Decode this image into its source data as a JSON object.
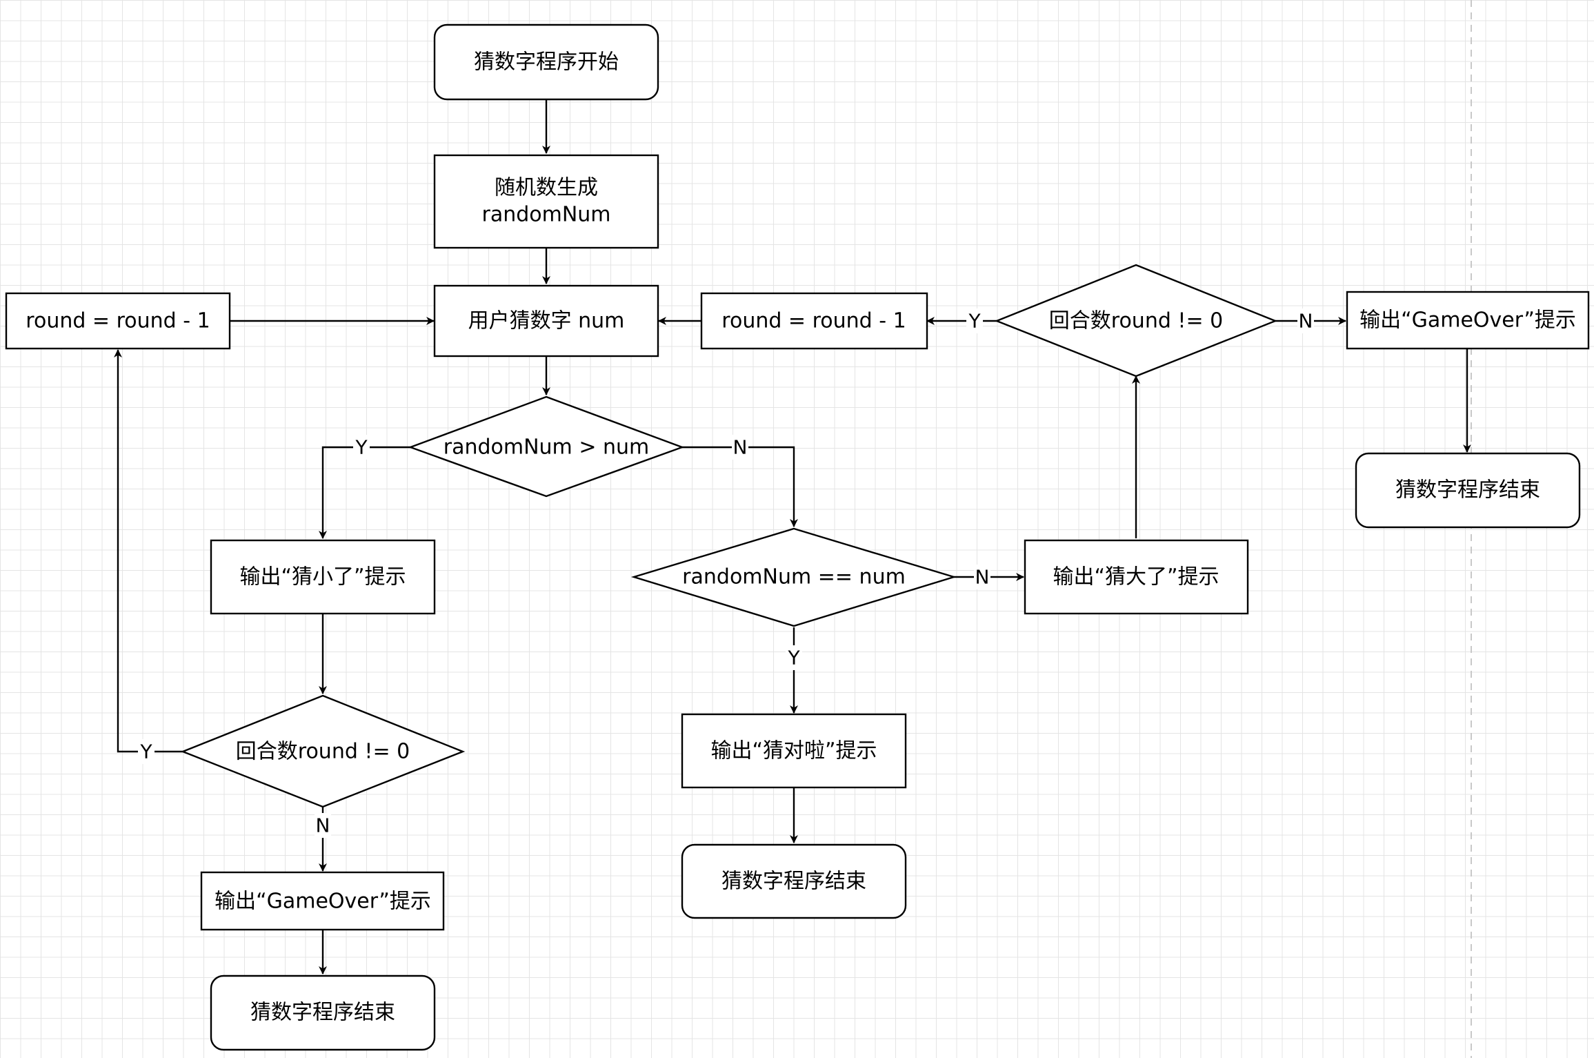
{
  "nodes": {
    "start": "猜数字程序开始",
    "random_gen_line1": "随机数生成",
    "random_gen_line2": "randomNum",
    "user_guess": "用户猜数字 num",
    "cond_greater": "randomNum > num",
    "cond_equal": "randomNum == num",
    "output_small": "输出“猜小了”提示",
    "output_big": "输出“猜大了”提示",
    "output_correct": "输出“猜对啦”提示",
    "round_check_left": "回合数round != 0",
    "round_check_right": "回合数round != 0",
    "round_dec_left": "round = round - 1",
    "round_dec_right": "round = round - 1",
    "gameover_left": "输出“GameOver”提示",
    "gameover_right": "输出“GameOver”提示",
    "end_left": "猜数字程序结束",
    "end_middle": "猜数字程序结束",
    "end_right": "猜数字程序结束"
  },
  "edge_labels": {
    "greater_yes": "Y",
    "greater_no": "N",
    "equal_no": "N",
    "equal_yes": "Y",
    "left_round_yes": "Y",
    "left_round_no": "N",
    "right_round_yes": "Y",
    "right_round_no": "N"
  }
}
